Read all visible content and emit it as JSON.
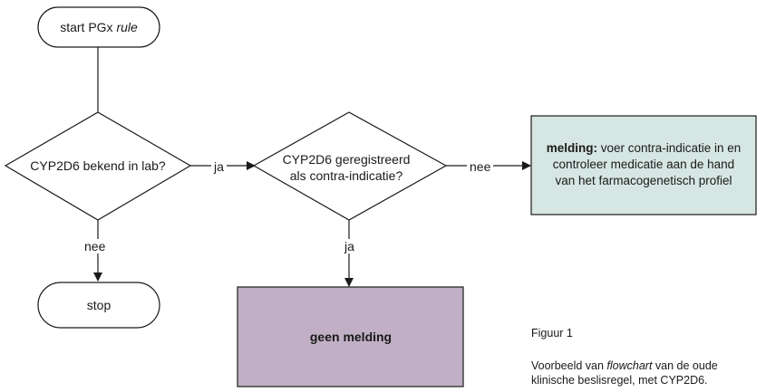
{
  "nodes": {
    "start": {
      "prefix": "start PGx ",
      "emphasis": "rule"
    },
    "q1": {
      "text": "CYP2D6 bekend in lab?"
    },
    "q2": {
      "line1": "CYP2D6 geregistreerd",
      "line2": "als contra-indicatie?"
    },
    "alert": {
      "bold": "melding:",
      "line1_rest": " voer contra-indicatie in en",
      "line2": "controleer medicatie aan de hand",
      "line3": "van het farmacogenetisch profiel"
    },
    "stop": {
      "text": "stop"
    },
    "none": {
      "text": "geen melding"
    }
  },
  "edges": {
    "q1_yes": "ja",
    "q1_no": "nee",
    "q2_yes": "ja",
    "q2_no": "nee"
  },
  "caption": {
    "label": "Figuur 1",
    "text_part1": "Voorbeeld van ",
    "text_emphasis": "flowchart",
    "text_part2": " van de oude klinische beslisregel, met CYP2D6."
  },
  "colors": {
    "alert_fill": "#d6e6e3",
    "none_fill": "#c1b0c5",
    "stroke": "#1a1a1a"
  }
}
